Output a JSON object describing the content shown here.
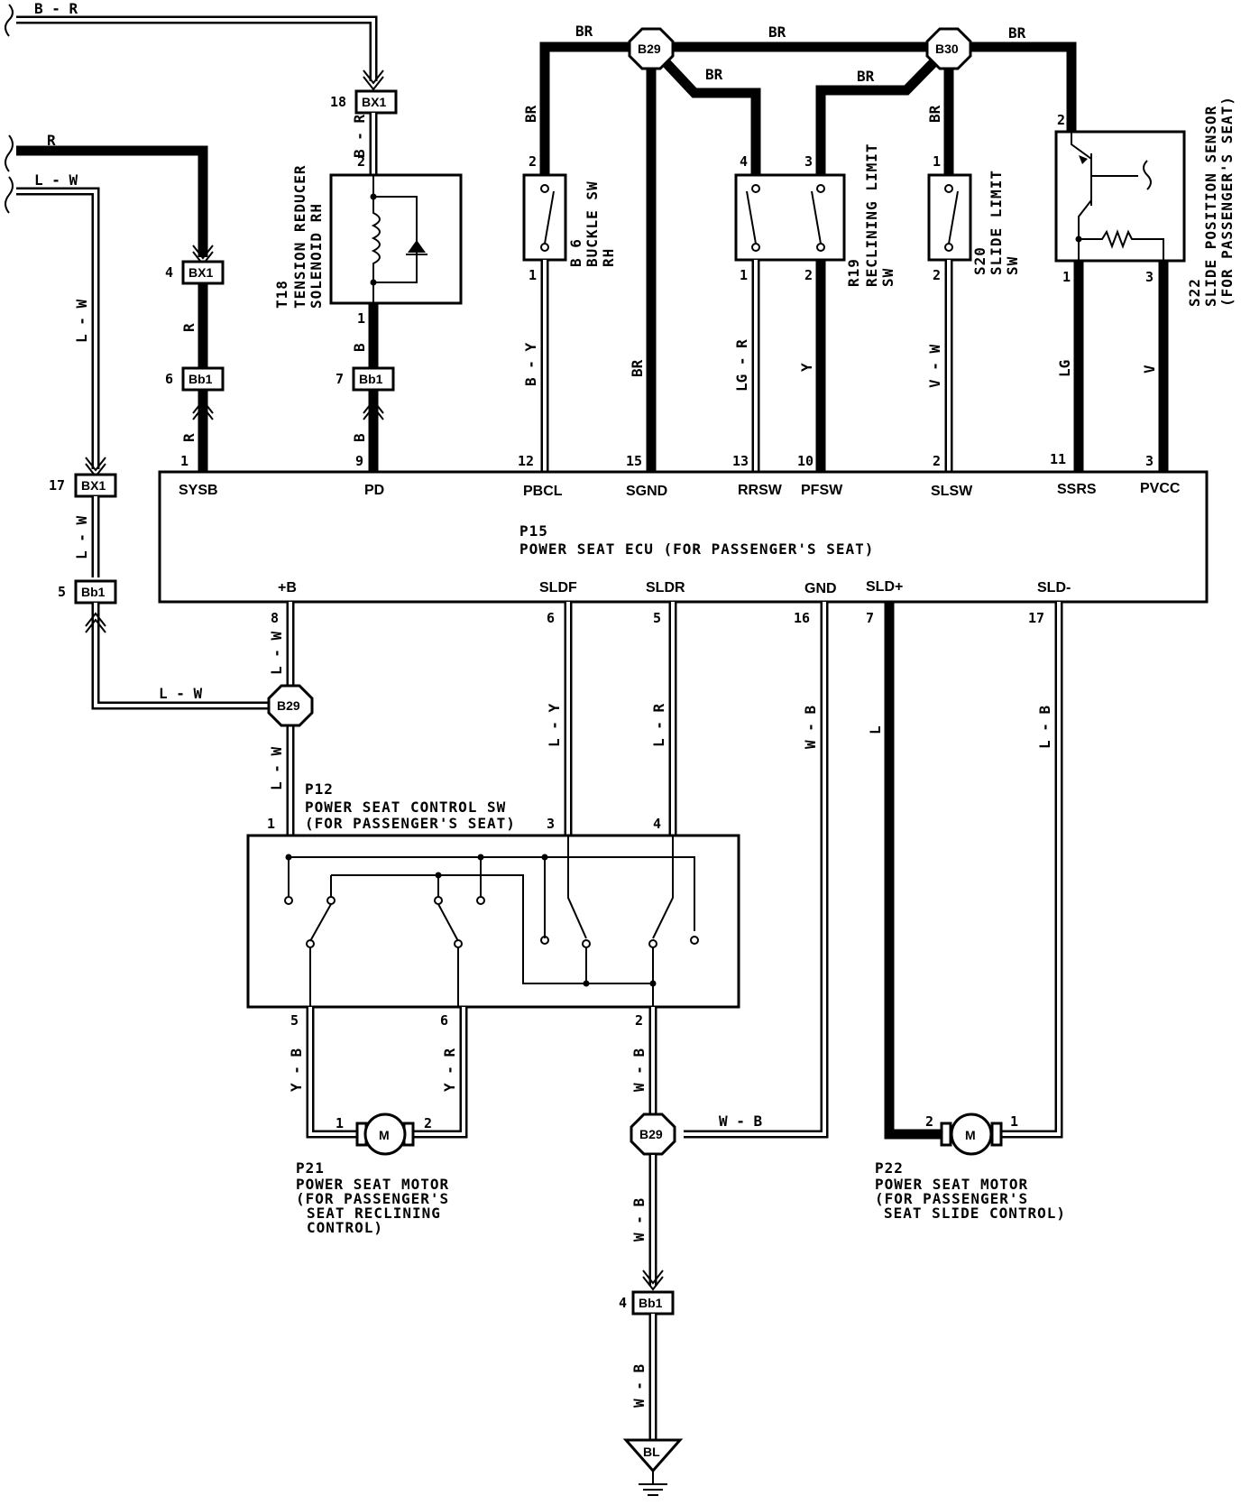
{
  "ecu": {
    "id": "P15",
    "name": "POWER SEAT ECU (FOR PASSENGER'S SEAT)",
    "top_terminals": [
      {
        "pin": "1",
        "name": "SYSB"
      },
      {
        "pin": "9",
        "name": "PD"
      },
      {
        "pin": "12",
        "name": "PBCL"
      },
      {
        "pin": "15",
        "name": "SGND"
      },
      {
        "pin": "13",
        "name": "RRSW"
      },
      {
        "pin": "10",
        "name": "PFSW"
      },
      {
        "pin": "2",
        "name": "SLSW"
      },
      {
        "pin": "11",
        "name": "SSRS"
      },
      {
        "pin": "3",
        "name": "PVCC"
      }
    ],
    "bottom_terminals": [
      {
        "pin": "8",
        "name": "+B"
      },
      {
        "pin": "6",
        "name": "SLDF"
      },
      {
        "pin": "5",
        "name": "SLDR"
      },
      {
        "pin": "16",
        "name": "GND"
      },
      {
        "pin": "7",
        "name": "SLD+"
      },
      {
        "pin": "17",
        "name": "SLD-"
      }
    ]
  },
  "components": {
    "t18": {
      "id": "T18",
      "line1": "TENSION REDUCER",
      "line2": "SOLENOID RH",
      "pin_top": "2",
      "pin_bottom": "1"
    },
    "b6": {
      "id": "B 6",
      "line1": "BUCKLE SW",
      "line2": "RH",
      "pin_top": "2",
      "pin_bottom": "1"
    },
    "r19": {
      "id": "R19",
      "line1": "RECLINING LIMIT",
      "line2": "SW",
      "pins": [
        "4",
        "3",
        "1",
        "2"
      ]
    },
    "s20": {
      "id": "S20",
      "line1": "SLIDE LIMIT",
      "line2": "SW",
      "pin_top": "1",
      "pin_bottom": "2"
    },
    "s22": {
      "id": "S22",
      "line1": "SLIDE POSITION SENSOR",
      "line2": "(FOR PASSENGER'S SEAT)",
      "pins": [
        "2",
        "1",
        "3"
      ]
    },
    "p12": {
      "id": "P12",
      "line1": "POWER SEAT CONTROL SW",
      "line2": "(FOR PASSENGER'S SEAT)",
      "pins": [
        "1",
        "3",
        "4",
        "5",
        "6",
        "2"
      ]
    },
    "p21": {
      "id": "P21",
      "line1": "POWER SEAT MOTOR",
      "line2": "(FOR PASSENGER'S",
      "line3": "SEAT RECLINING",
      "line4": "CONTROL)",
      "pins": [
        "1",
        "2"
      ],
      "symbol": "M"
    },
    "p22": {
      "id": "P22",
      "line1": "POWER SEAT MOTOR",
      "line2": "(FOR PASSENGER'S",
      "line3": "SEAT SLIDE CONTROL)",
      "pins": [
        "2",
        "1"
      ],
      "symbol": "M"
    }
  },
  "connectors": {
    "bx1_18": {
      "name": "BX1",
      "pin": "18"
    },
    "bx1_4": {
      "name": "BX1",
      "pin": "4"
    },
    "bx1_17": {
      "name": "BX1",
      "pin": "17"
    },
    "bb1_6": {
      "name": "Bb1",
      "pin": "6"
    },
    "bb1_7": {
      "name": "Bb1",
      "pin": "7"
    },
    "bb1_5": {
      "name": "Bb1",
      "pin": "5"
    },
    "bb1_4": {
      "name": "Bb1",
      "pin": "4"
    }
  },
  "junctions": {
    "b29_top": "B29",
    "b30_top": "B30",
    "b29_mid": "B29",
    "b29_bot": "B29",
    "ground": "BL"
  },
  "wires": {
    "br": "BR",
    "b_r": "B - R",
    "b_r_v": "B - R",
    "r": "R",
    "l_w": "L - W",
    "b": "B",
    "b_y": "B - Y",
    "lg_r": "LG - R",
    "y": "Y",
    "v_w": "V - W",
    "lg": "LG",
    "v": "V",
    "l_y": "L - Y",
    "l_r": "L - R",
    "w_b": "W - B",
    "l": "L",
    "l_b": "L - B",
    "y_b": "Y - B",
    "y_r": "Y - R"
  }
}
